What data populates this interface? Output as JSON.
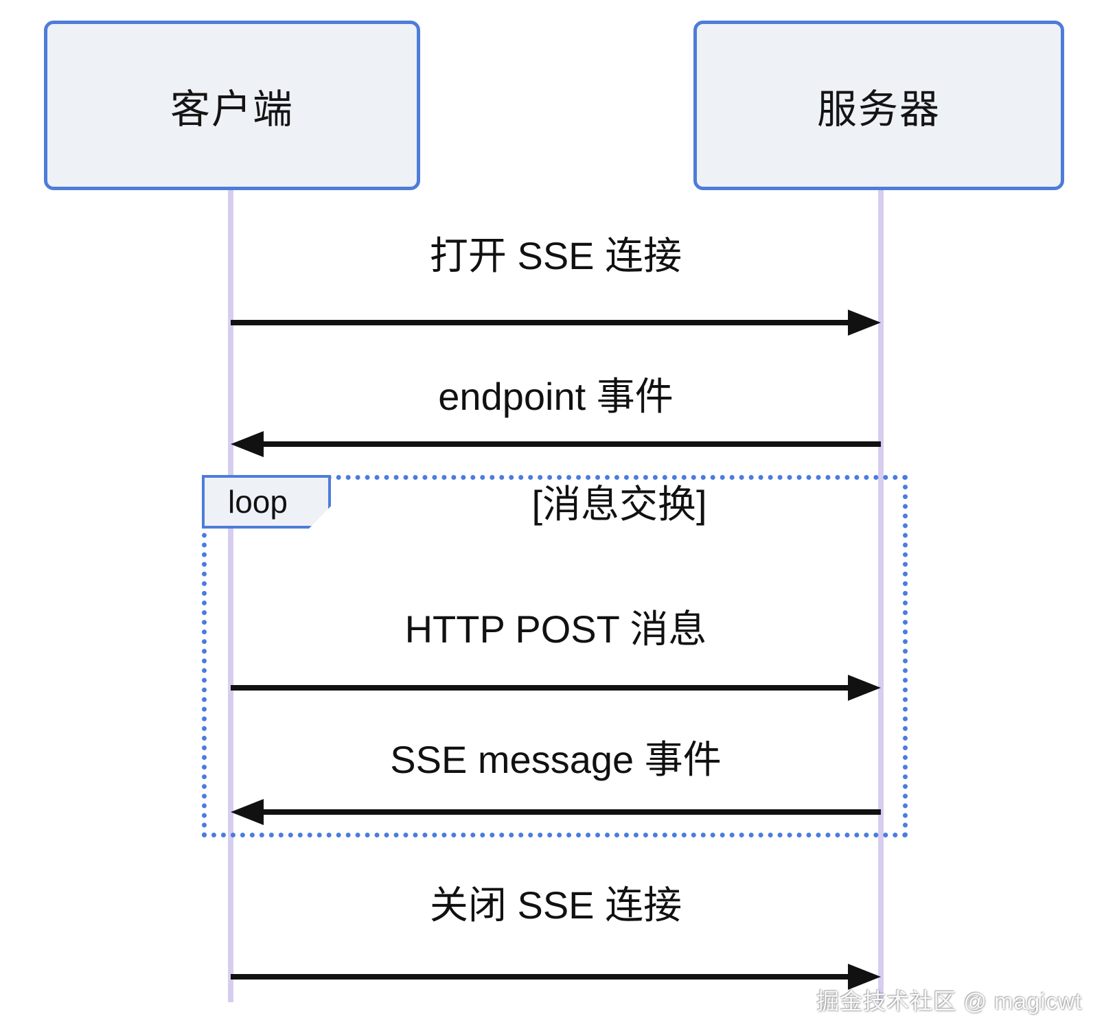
{
  "diagram": {
    "type": "sequence",
    "actors": [
      {
        "id": "client",
        "label": "客户端"
      },
      {
        "id": "server",
        "label": "服务器"
      }
    ],
    "messages": [
      {
        "label": "打开 SSE 连接",
        "from": "client",
        "to": "server",
        "direction": "right"
      },
      {
        "label": "endpoint 事件",
        "from": "server",
        "to": "client",
        "direction": "left"
      },
      {
        "label": "HTTP POST 消息",
        "from": "client",
        "to": "server",
        "direction": "right",
        "in_loop": true
      },
      {
        "label": "SSE message 事件",
        "from": "server",
        "to": "client",
        "direction": "left",
        "in_loop": true
      },
      {
        "label": "关闭 SSE 连接",
        "from": "client",
        "to": "server",
        "direction": "right"
      }
    ],
    "loop": {
      "keyword": "loop",
      "title": "[消息交换]"
    },
    "watermark": "掘金技术社区 @ magicwt",
    "colors": {
      "background": "#ffffff",
      "actor_fill": "#eef1f6",
      "actor_border": "#4d7cd9",
      "lifeline": "#d7cdf0",
      "loop_border": "#4a7ce0",
      "arrow": "#111111",
      "text": "#111111"
    }
  }
}
